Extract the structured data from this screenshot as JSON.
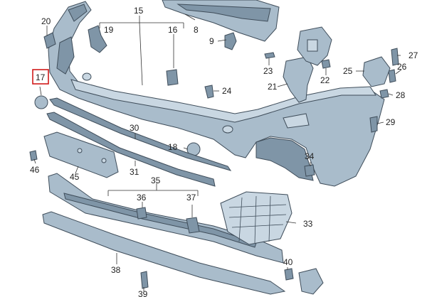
{
  "callouts": {
    "c15": "15",
    "c20": "20",
    "c19": "19",
    "c16": "16",
    "c8": "8",
    "c9": "9",
    "c27": "27",
    "c23": "23",
    "c22": "22",
    "c25": "25",
    "c26": "26",
    "c17": "17",
    "c24": "24",
    "c21": "21",
    "c28": "28",
    "c29": "29",
    "c30": "30",
    "c18": "18",
    "c34": "34",
    "c46": "46",
    "c45": "45",
    "c31": "31",
    "c35": "35",
    "c36": "36",
    "c37": "37",
    "c33": "33",
    "c38": "38",
    "c40": "40",
    "c39": "39"
  },
  "highlighted_callout": "17",
  "colors": {
    "part_fill": "#a9bccb",
    "part_dark": "#7f95a7",
    "part_light": "#c9d7e2",
    "outline": "#3f4d5a",
    "highlight": "#d11a1a"
  }
}
